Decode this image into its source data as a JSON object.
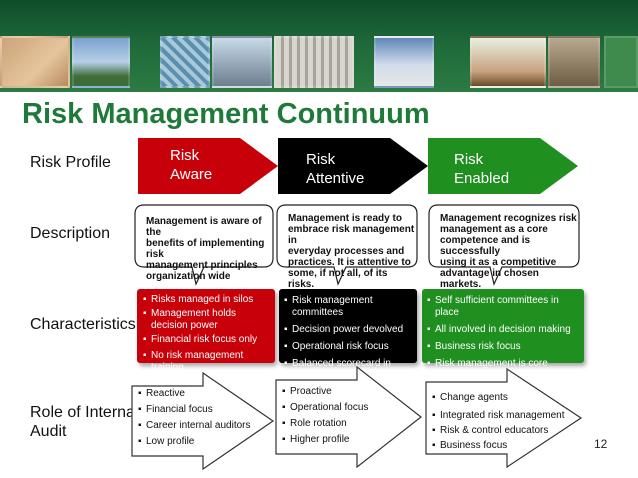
{
  "title": "Risk Management Continuum",
  "row_labels": {
    "profile": "Risk Profile",
    "description": "Description",
    "characteristics": "Characteristics",
    "role_line1": "Role of Internal",
    "role_line2": "Audit"
  },
  "stages": [
    {
      "line1": "Risk",
      "line2": "Aware",
      "color": "#c8000a"
    },
    {
      "line1": "Risk",
      "line2": "Attentive",
      "color": "#000000"
    },
    {
      "line1": "Risk",
      "line2": "Enabled",
      "color": "#1f8f1f"
    }
  ],
  "descriptions": [
    "Management is aware of the\nbenefits of implementing risk\nmanagement principles\norganization wide",
    "Management is ready to\nembrace risk management in\neveryday processes and\npractices.  It is attentive to\nsome, if not all, of its risks.",
    "Management recognizes risk\nmanagement as a core\ncompetence and is successfully\nusing it as a competitive\nadvantage in chosen markets."
  ],
  "characteristics": [
    [
      "Risks managed in silos",
      "Management holds decision power",
      "Financial risk focus only",
      "No risk management training"
    ],
    [
      "Risk management committees",
      "Decision power devolved",
      "Operational risk focus",
      "Balanced scorecard in place"
    ],
    [
      "Self sufficient committees in place",
      "All involved in decision making",
      "Business risk focus",
      "Risk management is core competence"
    ]
  ],
  "roles": [
    [
      "Reactive",
      "Financial focus",
      "Career internal auditors",
      "Low profile"
    ],
    [
      "Proactive",
      "Operational focus",
      "Role rotation",
      "Higher profile"
    ],
    [
      "Change agents",
      "Integrated risk management",
      "Risk & control educators",
      "Business focus"
    ]
  ],
  "page_number": "12"
}
